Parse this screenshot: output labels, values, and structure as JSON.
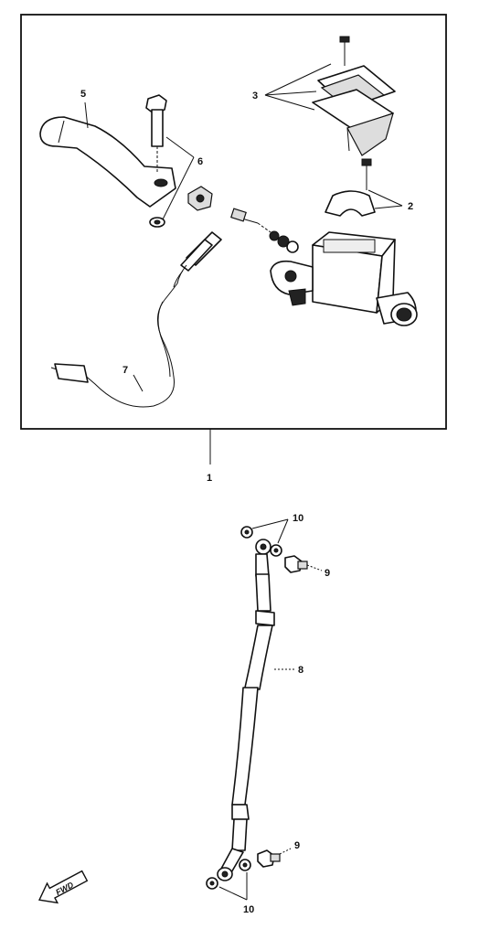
{
  "callouts": {
    "c1": "1",
    "c2": "2",
    "c3": "3",
    "c5": "5",
    "c6": "6",
    "c7": "7",
    "c8": "8",
    "c9a": "9",
    "c9b": "9",
    "c10a": "10",
    "c10b": "10"
  },
  "arrow_label": "FWD"
}
